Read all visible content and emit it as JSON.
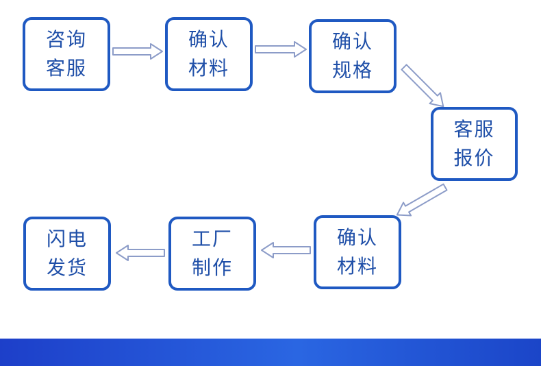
{
  "steps": [
    {
      "line1": "咨询",
      "line2": "客服"
    },
    {
      "line1": "确认",
      "line2": "材料"
    },
    {
      "line1": "确认",
      "line2": "规格"
    },
    {
      "line1": "客服",
      "line2": "报价"
    },
    {
      "line1": "确认",
      "line2": "材料"
    },
    {
      "line1": "工厂",
      "line2": "制作"
    },
    {
      "line1": "闪电",
      "line2": "发货"
    }
  ],
  "colors": {
    "box_border": "#1f59c2",
    "box_text": "#1f4fa8",
    "arrow_stroke": "#8c9cc8",
    "band": "#2a66e2"
  }
}
